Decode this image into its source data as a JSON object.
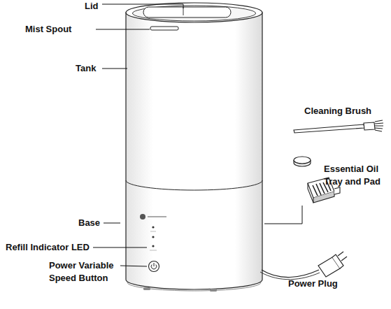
{
  "diagram": {
    "labels": [
      "Lid",
      "Mist Spout",
      "Tank",
      "Cleaning Brush",
      "Essential Oil Tray and Pad",
      "Base",
      "Refill Indicator LED",
      "Power Variable Speed Button",
      "Power Plug"
    ]
  }
}
